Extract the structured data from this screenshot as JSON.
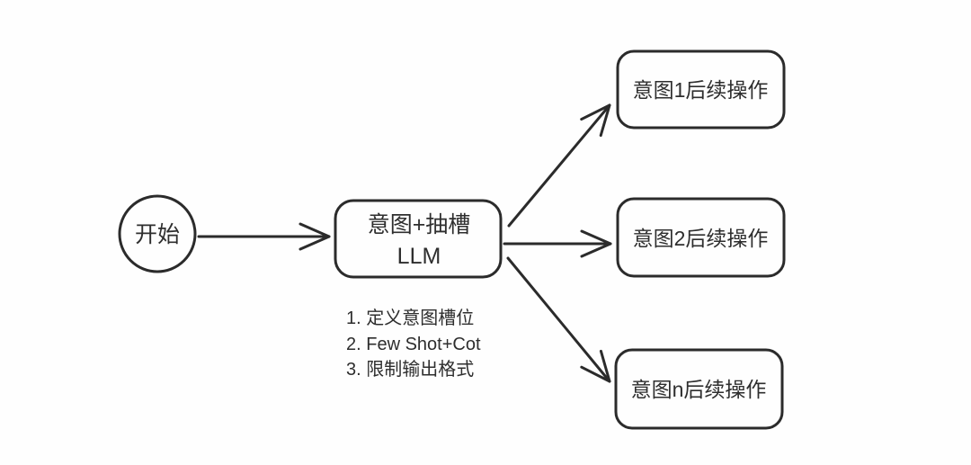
{
  "diagram": {
    "start_node": {
      "label": "开始"
    },
    "llm_node": {
      "line1": "意图+抽槽",
      "line2": "LLM"
    },
    "notes": [
      "1. 定义意图槽位",
      "2. Few Shot+Cot",
      "3. 限制输出格式"
    ],
    "outcome_nodes": [
      {
        "label": "意图1后续操作"
      },
      {
        "label": "意图2后续操作"
      },
      {
        "label": "意图n后续操作"
      }
    ],
    "colors": {
      "stroke": "#2b2b2b",
      "text": "#2e2e2e",
      "background": "#fefefe"
    }
  }
}
